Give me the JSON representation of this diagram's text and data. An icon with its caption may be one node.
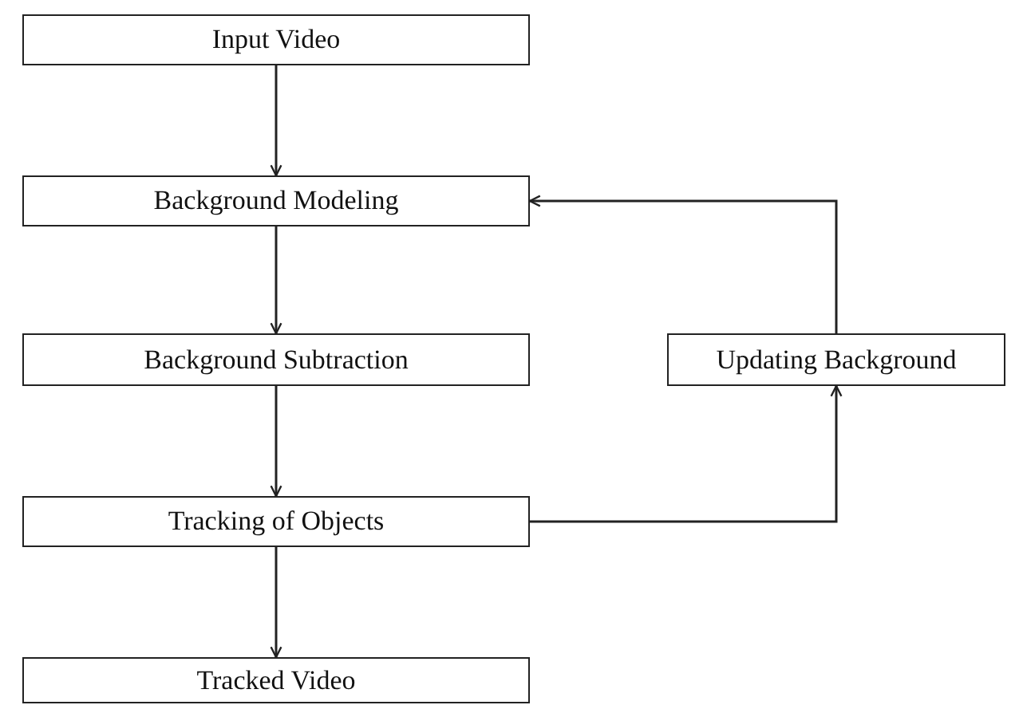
{
  "diagram": {
    "nodes": [
      {
        "text": [
          "Input Video"
        ]
      },
      {
        "text": [
          "Background Modeling"
        ]
      },
      {
        "text": [
          "Background Subtraction"
        ]
      },
      {
        "text": [
          "Tracking of Objects"
        ]
      },
      {
        "text": [
          "Tracked Video"
        ]
      },
      {
        "text": [
          "Updating Background"
        ]
      }
    ],
    "edges": [
      {
        "from": 0,
        "to": 1,
        "arrow": "to"
      },
      {
        "from": 1,
        "to": 2,
        "arrow": "to"
      },
      {
        "from": 2,
        "to": 3,
        "arrow": "to"
      },
      {
        "from": 3,
        "to": 4,
        "arrow": "to"
      },
      {
        "from": 3,
        "to": 5,
        "arrow": "to"
      },
      {
        "from": 5,
        "to": 1,
        "arrow": "to"
      }
    ]
  }
}
